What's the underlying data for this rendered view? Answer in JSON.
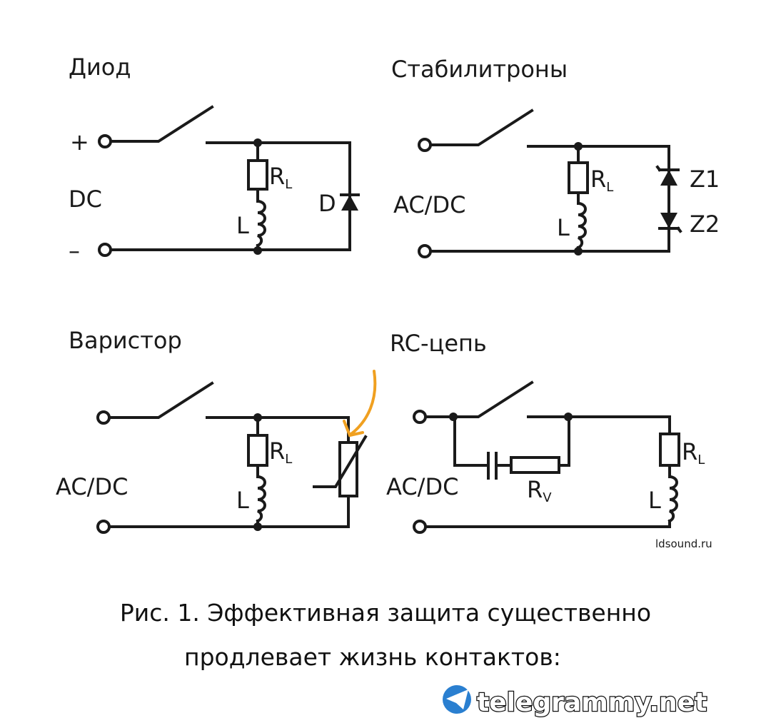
{
  "panels": {
    "diode": {
      "title": "Диод",
      "plus": "+",
      "minus": "–",
      "source": "DC",
      "rl": "R",
      "rl_sub": "L",
      "l": "L",
      "d": "D"
    },
    "zener": {
      "title": "Стабилитроны",
      "source": "AC/DC",
      "rl": "R",
      "rl_sub": "L",
      "l": "L",
      "z1": "Z1",
      "z2": "Z2"
    },
    "varistor": {
      "title": "Варистор",
      "source": "AC/DC",
      "rl": "R",
      "rl_sub": "L",
      "l": "L"
    },
    "rc": {
      "title": "RC-цепь",
      "source": "AC/DC",
      "rv": "R",
      "rv_sub": "V",
      "rl": "R",
      "rl_sub": "L",
      "l": "L"
    }
  },
  "credit": "ldsound.ru",
  "caption": {
    "line1": "Рис. 1. Эффективная защита существенно",
    "line2": "продлевает жизнь контактов:"
  },
  "watermark": "telegrammy.net",
  "colors": {
    "wire": "#1a1a1a",
    "annotation_arrow": "#f0a020"
  }
}
